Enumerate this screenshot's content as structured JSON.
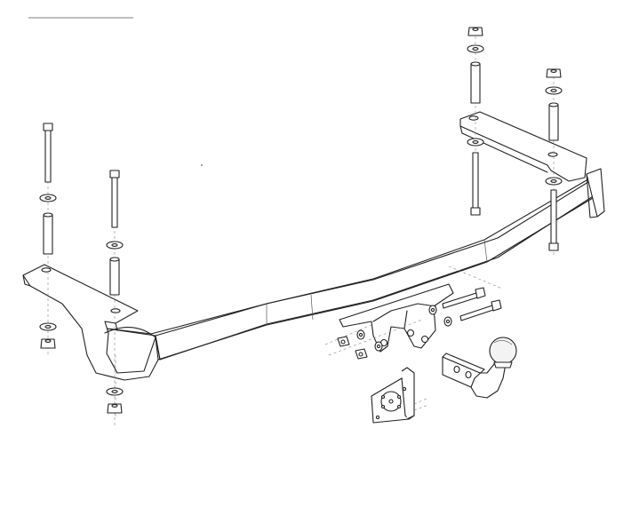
{
  "diagram": {
    "parts": [
      "tow-bar-crossbeam",
      "left-mounting-bracket",
      "right-mounting-bracket",
      "tow-ball-neck",
      "electrical-socket-plate",
      "bolts",
      "nuts",
      "washers",
      "spacer-tubes"
    ]
  }
}
